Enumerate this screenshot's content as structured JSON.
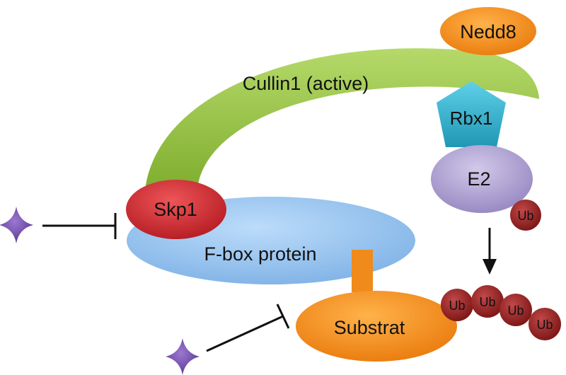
{
  "labels": {
    "nedd8": "Nedd8",
    "cullin": "Cullin1 (active)",
    "rbx1": "Rbx1",
    "e2": "E2",
    "skp1": "Skp1",
    "fbox": "F-box protein",
    "substrat": "Substrat",
    "ub_single": "Ub",
    "ub_chain": [
      "Ub",
      "Ub",
      "Ub",
      "Ub"
    ]
  },
  "colors": {
    "cullin": "#8fbc3b",
    "nedd8": "#f08a1a",
    "rbx1": "#2aa7c4",
    "e2": "#9b8ec2",
    "skp1": "#c8252b",
    "fbox": "#8fc0ec",
    "substrat": "#f08a1a",
    "ub": "#8b1a1a",
    "inhibitor": "#7a52b0"
  },
  "icons": [
    "inhibitor-star-icon",
    "arrow-down-icon",
    "inhibition-bar-icon"
  ]
}
